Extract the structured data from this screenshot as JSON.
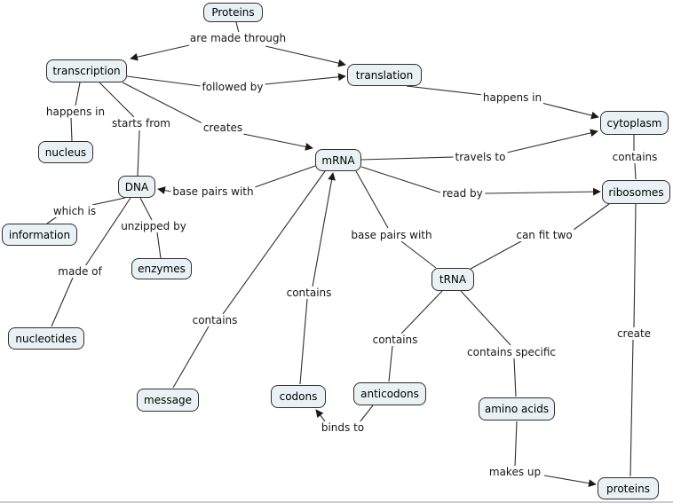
{
  "canvas": {
    "background_color": "#ffffff",
    "node_fill_color": "#e9f1f4",
    "node_border_color": "#2e2e2e",
    "line_color": "#2e2e2e"
  },
  "concepts": {
    "proteins_top": "Proteins",
    "transcription": "transcription",
    "translation": "translation",
    "cytoplasm": "cytoplasm",
    "nucleus": "nucleus",
    "mrna": "mRNA",
    "dna": "DNA",
    "ribosomes": "ribosomes",
    "information": "information",
    "enzymes": "enzymes",
    "trna": "tRNA",
    "nucleotides": "nucleotides",
    "message": "message",
    "codons": "codons",
    "anticodons": "anticodons",
    "amino_acids": "amino acids",
    "proteins_bottom": "proteins"
  },
  "links": {
    "are_made_through": "are made through",
    "followed_by": "followed by",
    "happens_in_nucleus": "happens in",
    "starts_from": "starts from",
    "creates": "creates",
    "happens_in_cytoplasm": "happens in",
    "travels_to": "travels to",
    "contains_ribosomes": "contains",
    "base_pairs_with_dna": "base pairs with",
    "read_by": "read by",
    "which_is": "which is",
    "unzipped_by": "unzipped by",
    "base_pairs_with_trna": "base pairs with",
    "can_fit_two": "can fit two",
    "made_of": "made of",
    "contains_codons": "contains",
    "contains_message": "contains",
    "create": "create",
    "contains_anticodons": "contains",
    "contains_specific": "contains specific",
    "binds_to": "binds to",
    "makes_up": "makes up"
  }
}
